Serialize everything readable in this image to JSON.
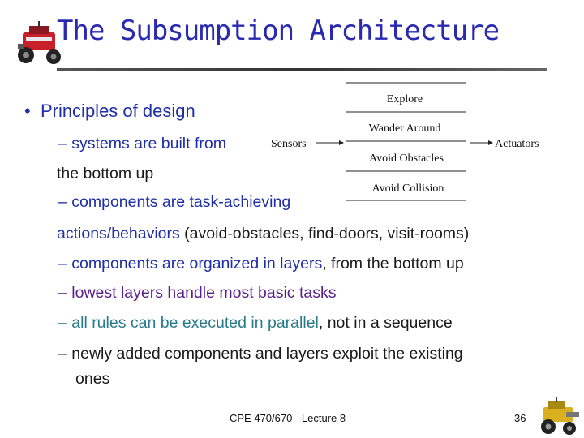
{
  "title": "The Subsumption Architecture",
  "bullet": "Principles of design",
  "lines": {
    "l1": "– systems are built from",
    "l1b": "the bottom up",
    "l2": "– components are task-achieving",
    "l2b_colored": "actions/behaviors",
    "l2b_rest": " (avoid-obstacles, find-doors, visit-rooms)",
    "l3_dash": "– ",
    "l3_colored": "components are organized in layers",
    "l3_rest": ", from the bottom up",
    "l4_dash": "– ",
    "l4_colored": "lowest layers handle most basic tasks",
    "l5_dash": "– ",
    "l5_colored": "all rules can be executed in parallel",
    "l5_rest": ", not in a sequence",
    "l6": "– newly added components and layers exploit the existing",
    "l6b": "ones"
  },
  "diagram": {
    "sensors": "Sensors",
    "actuators": "Actuators",
    "layers": [
      "Explore",
      "Wander Around",
      "Avoid Obstacles",
      "Avoid Collision"
    ]
  },
  "footer": {
    "center": "CPE 470/670 - Lecture 8",
    "page": "36"
  },
  "colors": {
    "title": "#2a2ab0",
    "blue_text": "#1f2fa6",
    "purple_text": "#5a1f8a",
    "teal_text": "#2a7a8a"
  },
  "icons": [
    "robot-icon-top-left",
    "robot-icon-bottom-right"
  ]
}
